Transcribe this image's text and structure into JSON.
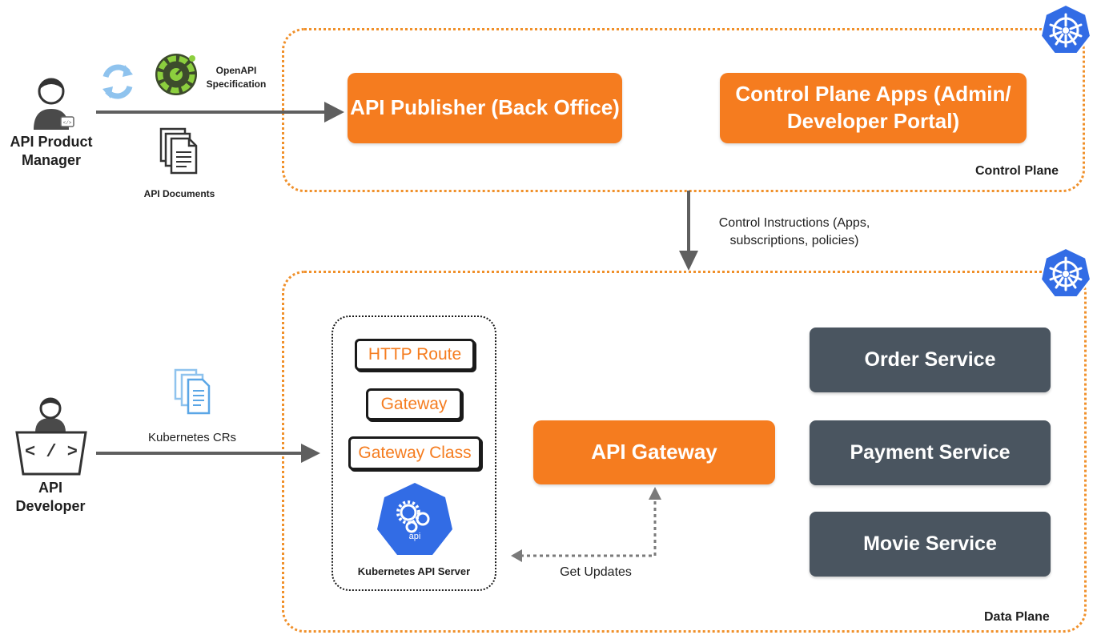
{
  "actors": {
    "product_manager": {
      "line1": "API Product",
      "line2": "Manager"
    },
    "developer": {
      "line1": "API",
      "line2": "Developer"
    }
  },
  "artifacts": {
    "openapi": {
      "line1": "OpenAPI",
      "line2": "Specification"
    },
    "api_documents": "API Documents",
    "kubernetes_crs": "Kubernetes CRs",
    "code_glyph": "< / >",
    "api_logo_text": "api"
  },
  "control_plane": {
    "label": "Control Plane",
    "api_publisher": "API Publisher (Back Office)",
    "apps": {
      "line1": "Control Plane Apps (Admin/",
      "line2": "Developer Portal)"
    }
  },
  "control_instructions": {
    "line1": "Control Instructions (Apps,",
    "line2": "subscriptions, policies)"
  },
  "data_plane": {
    "label": "Data Plane",
    "crs": [
      "HTTP Route",
      "Gateway",
      "Gateway Class"
    ],
    "k8s_api_server": "Kubernetes API Server",
    "api_gateway": "API Gateway",
    "get_updates": "Get Updates",
    "services": [
      "Order Service",
      "Payment Service",
      "Movie Service"
    ]
  },
  "colors": {
    "accent_orange": "#f57c1f",
    "dotted_border": "#f0902a",
    "service_gray": "#4a5560",
    "arrow_gray": "#5f5f5f",
    "kubernetes_blue": "#326ce5"
  }
}
